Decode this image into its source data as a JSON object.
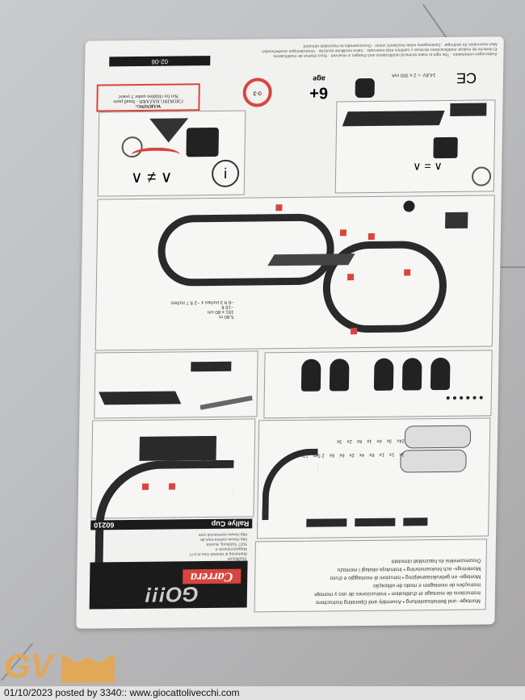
{
  "sheet": {
    "date_code": "02-06",
    "legal_lines": [
      "Änderungen vorbehalten · The right to make technical modifications and changes is reserved · Sous réserve de modifications",
      "El derecho de realizar modificaciones técnicas y cambios está reservado · Salvo modifiche tecniche · Veranderingen voorbehouden",
      "Med reservation för ändringar · Zastrzegamy sobie możliwość zmian · Összeszerelés és használati útmutató"
    ],
    "warning": {
      "title": "WARNING:",
      "line1": "CHOKING HAZARD - Small parts",
      "line2": "Not for children under 3 years!"
    },
    "age_label": "age",
    "age_value": "6+",
    "age_restriction": "0-3",
    "power": "14,8V ⎓ 2 x 350 mA",
    "ce_mark": "CE",
    "dimensions": {
      "metric_length": "5,80 m",
      "metric_area": "191 x 80 cm",
      "imperial_length": "~19 ft",
      "imperial_area": "~6 ft 3 inches x ~2 ft 7 inches"
    },
    "parts": {
      "counts": [
        "1x",
        "1x",
        "1x",
        "6x",
        "4x",
        "2x",
        "6x",
        "6x",
        "2 Set",
        "12x",
        "56x",
        "24x",
        "3x",
        "4x",
        "1x",
        "6x",
        "2x",
        "3x"
      ]
    },
    "product_name": "Rallye Cup",
    "product_number": "60210",
    "brand": "Carrera",
    "brand_sub": "GO!!!",
    "address": [
      "Stadlbauer",
      "Marketing & Vertrieb Ges.m.b.H",
      "Magazinstrasse 4",
      "5027 Salzburg, Austria",
      "http://www.carrera-toys.de",
      "http://www.carreraclub.com"
    ],
    "languages": [
      "Montage- und Betriebsanleitung • Assembly and Operating Instructions",
      "Instructions de montage et d'utilisation • Instrucciones de uso y montaje",
      "Instruções de montagem e modo de utilização",
      "Montage- en gebruiksaanwijzing • Istruzioni di montaggio e d'uso",
      "Monterings- och bruksanvisning • Instrukcja obsługi i montażu",
      "Összeszerelési és használati útmutató"
    ]
  },
  "watermark": {
    "logo_text": "GV",
    "caption": "01/10/2023 posted by 3340:: www.giocattolivecchi.com"
  }
}
